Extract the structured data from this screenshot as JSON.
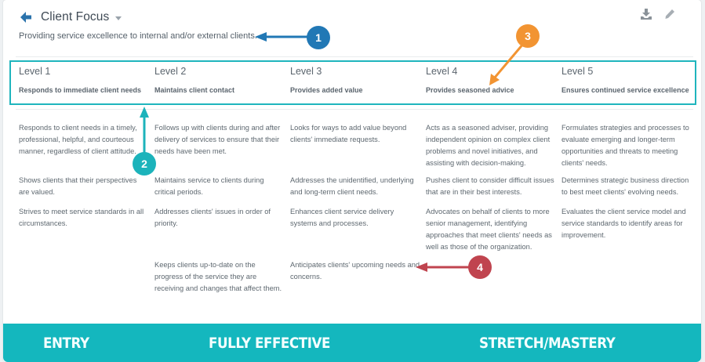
{
  "header": {
    "title": "Client Focus",
    "description": "Providing service excellence to internal and/or external clients."
  },
  "icons": {
    "back": "arrow-left-icon",
    "dropdown": "caret-down-icon",
    "download": "download-icon",
    "edit": "pencil-icon"
  },
  "levels": [
    {
      "name": "Level 1",
      "subtitle": "Responds to immediate client needs",
      "items": [
        "Responds to client needs in a timely, professional, helpful, and courteous manner, regardless of client attitude.",
        "Shows clients that their perspectives are valued.",
        "Strives to meet service standards in all circumstances."
      ]
    },
    {
      "name": "Level 2",
      "subtitle": "Maintains client contact",
      "items": [
        "Follows up with clients during and after delivery of services to ensure that their needs have been met.",
        "Maintains service to clients during critical periods.",
        "Addresses clients' issues in order of priority.",
        "Keeps clients up-to-date on the progress of the service they are receiving and changes that affect them."
      ]
    },
    {
      "name": "Level 3",
      "subtitle": "Provides added value",
      "items": [
        "Looks for ways to add value beyond clients' immediate requests.",
        "Addresses the unidentified, underlying and long-term client needs.",
        "Enhances client service delivery systems and processes.",
        "Anticipates clients' upcoming needs and concerns."
      ]
    },
    {
      "name": "Level 4",
      "subtitle": "Provides seasoned advice",
      "items": [
        "Acts as a seasoned adviser, providing independent opinion on complex client problems and novel initiatives, and assisting with decision-making.",
        "Pushes client to consider difficult issues that are in their best interests.",
        "Advocates on behalf of clients to more senior management, identifying approaches that meet clients' needs as well as those of the organization."
      ]
    },
    {
      "name": "Level 5",
      "subtitle": "Ensures continued service excellence",
      "items": [
        "Formulates strategies and processes to evaluate emerging and longer-term opportunities and threats to meeting clients' needs.",
        "Determines strategic business direction to best meet clients' evolving needs.",
        "Evaluates the client service model and service standards to identify areas for improvement."
      ]
    }
  ],
  "footer": {
    "labels": [
      "ENTRY",
      "FULLY EFFECTIVE",
      "STRETCH/MASTERY"
    ]
  },
  "callouts": [
    {
      "number": "1",
      "color": "#2178b5"
    },
    {
      "number": "2",
      "color": "#1cb3bb"
    },
    {
      "number": "3",
      "color": "#f29432"
    },
    {
      "number": "4",
      "color": "#c0444f"
    }
  ],
  "colors": {
    "accent": "#1fb5bd",
    "footer": "#14b7be",
    "text": "#5e6870"
  }
}
